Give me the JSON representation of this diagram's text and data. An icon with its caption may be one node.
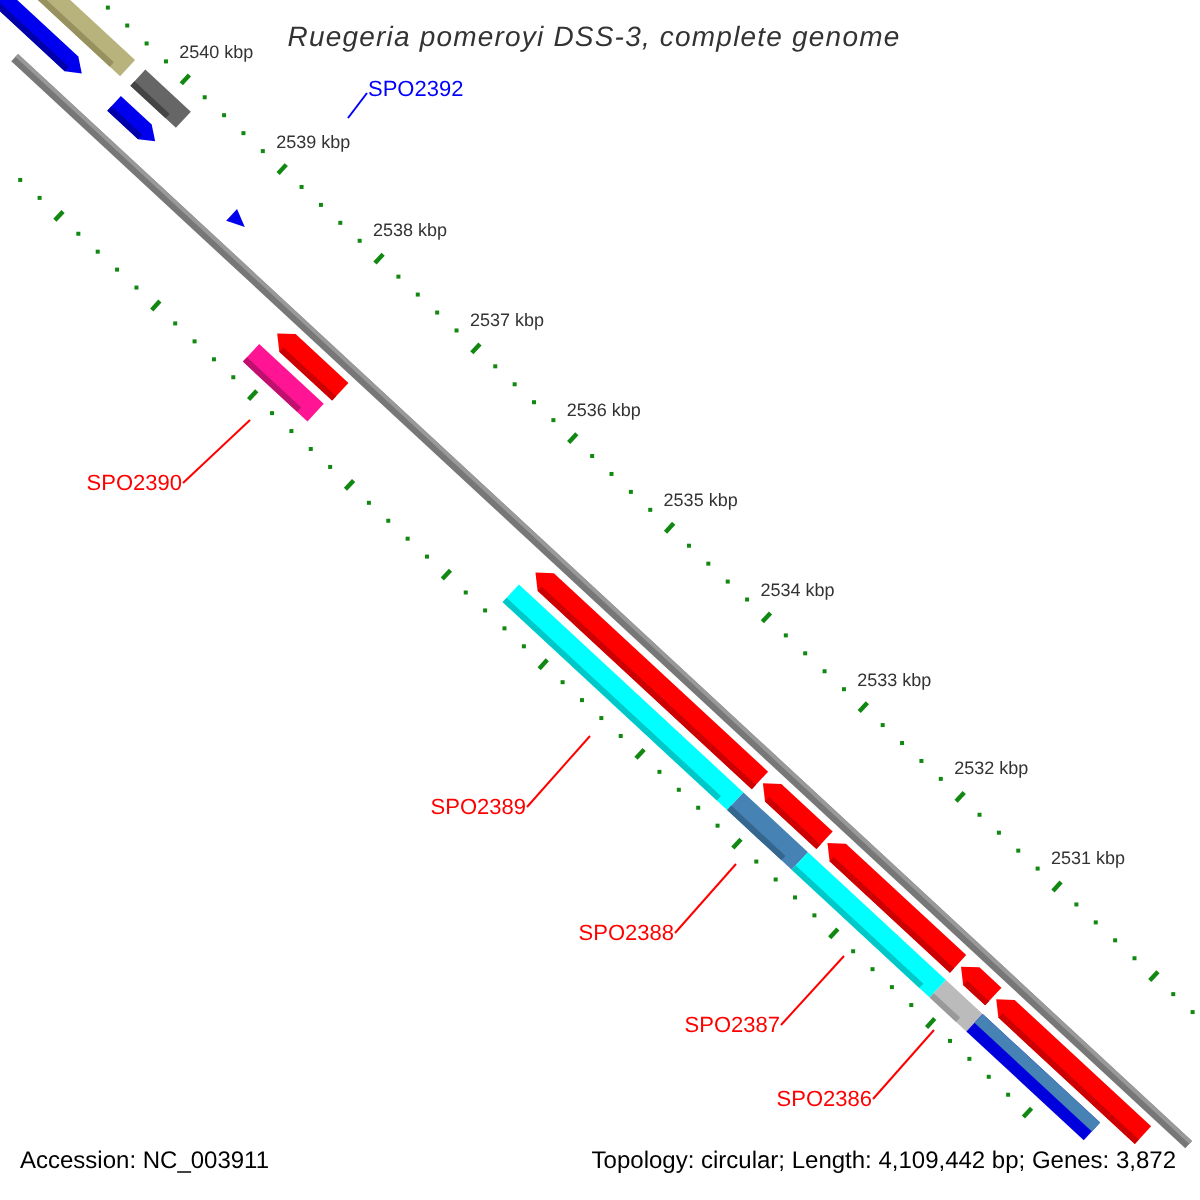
{
  "diagram": {
    "title": "Ruegeria pomeroyi DSS-3, complete genome",
    "nodes": [
      {
        "text": [
          "SPO2392"
        ]
      },
      {
        "text": [
          "SPO2390"
        ]
      },
      {
        "text": [
          "SPO2389"
        ]
      },
      {
        "text": [
          "SPO2388"
        ]
      },
      {
        "text": [
          "SPO2387"
        ]
      },
      {
        "text": [
          "SPO2386"
        ]
      }
    ],
    "edges": [
      {
        "from": 0,
        "to": null,
        "arrow": "none",
        "color": "#0000ff"
      },
      {
        "from": 1,
        "to": null,
        "arrow": "none"
      },
      {
        "from": 2,
        "to": null,
        "arrow": "none"
      },
      {
        "from": 3,
        "to": null,
        "arrow": "none"
      },
      {
        "from": 4,
        "to": null,
        "arrow": "none"
      },
      {
        "from": 5,
        "to": null,
        "arrow": "none"
      }
    ],
    "labels": [
      "2540 kbp",
      "2539 kbp",
      "2538 kbp",
      "2537 kbp",
      "2536 kbp",
      "2535 kbp",
      "2534 kbp",
      "2533 kbp",
      "2532 kbp",
      "2531 kbp",
      "Accession: NC_003911",
      "Topology: circular; Length: 4,109,442 bp; Genes: 3,872"
    ]
  }
}
